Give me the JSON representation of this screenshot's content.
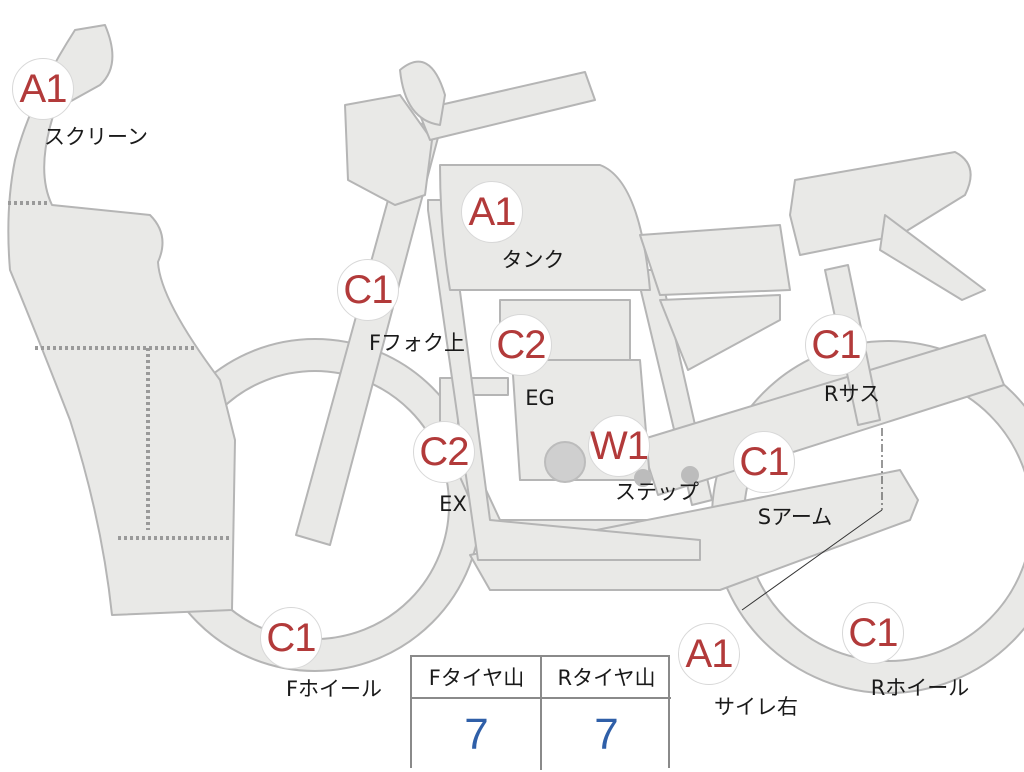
{
  "parts": [
    {
      "id": "screen",
      "label": "スクリーン",
      "grade": "A1"
    },
    {
      "id": "tank",
      "label": "タンク",
      "grade": "A1"
    },
    {
      "id": "fork-upper",
      "label": "Fフォク上",
      "grade": "C1"
    },
    {
      "id": "engine",
      "label": "EG",
      "grade": "C2"
    },
    {
      "id": "exhaust",
      "label": "EX",
      "grade": "C2"
    },
    {
      "id": "step",
      "label": "ステップ",
      "grade": "W1"
    },
    {
      "id": "r-sus",
      "label": "Rサス",
      "grade": "C1"
    },
    {
      "id": "s-arm",
      "label": "Sアーム",
      "grade": "C1"
    },
    {
      "id": "f-wheel",
      "label": "Fホイール",
      "grade": "C1"
    },
    {
      "id": "r-wheel",
      "label": "Rホイール",
      "grade": "C1"
    },
    {
      "id": "silencer-r",
      "label": "サイレ右",
      "grade": "A1"
    }
  ],
  "tyre_table": {
    "front_label": "Fタイヤ山",
    "rear_label": "Rタイヤ山",
    "front_value": "7",
    "rear_value": "7"
  },
  "colors": {
    "grade_text": "#b23a3a",
    "tyre_value": "#2f5fa8",
    "part_fill": "#e9e9e7",
    "part_stroke": "#b5b5b5"
  }
}
